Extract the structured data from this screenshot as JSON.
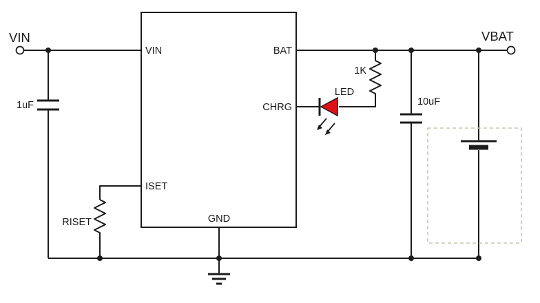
{
  "schematic": {
    "terminals": {
      "vin_label": "VIN",
      "vbat_label": "VBAT"
    },
    "ic_pins": {
      "vin": "VIN",
      "bat": "BAT",
      "chrg": "CHRG",
      "iset": "ISET",
      "gnd": "GND"
    },
    "components": {
      "input_cap_label": "1uF",
      "output_cap_label": "10uF",
      "led_resistor_label": "1K",
      "led_label": "LED",
      "iset_resistor_label": "RISET"
    },
    "colors": {
      "wire": "#1c1c1c",
      "led_fill": "#e01114",
      "battery_box_stroke": "#c6c6b2"
    }
  }
}
